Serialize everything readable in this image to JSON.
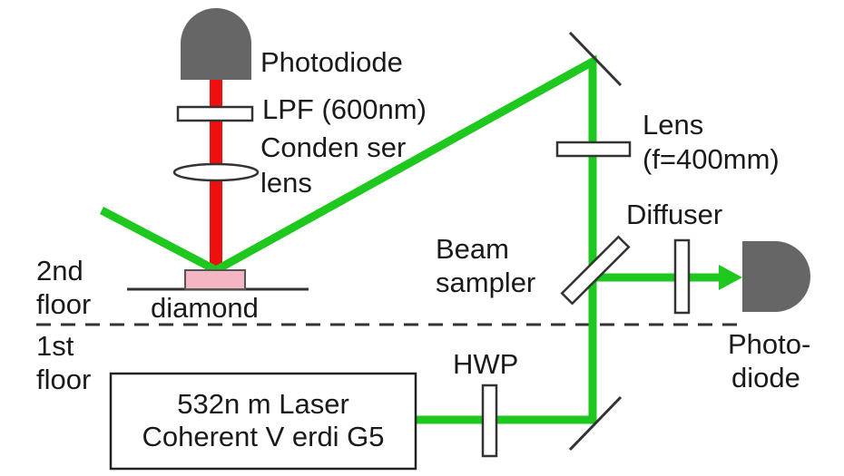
{
  "labels": {
    "photodiode_top": "Photodiode",
    "lpf": "LPF (600nm)",
    "condenser_line1": "Conden ser",
    "condenser_line2": "lens",
    "lens_line1": "Lens",
    "lens_line2": "(f=400mm)",
    "diffuser": "Diffuser",
    "beam_sampler_line1": "Beam",
    "beam_sampler_line2": "sampler",
    "floor2_line1": "2nd",
    "floor2_line2": "floor",
    "diamond": "diamond",
    "floor1_line1": "1st",
    "floor1_line2": "floor",
    "photodiode_right_line1": "Photo-",
    "photodiode_right_line2": "diode",
    "hwp": "HWP",
    "laser_line1": "532n m Laser",
    "laser_line2": "Coherent V erdi G5"
  },
  "colors": {
    "green_beam": "#1ec81e",
    "red_beam": "#ee1010",
    "detector": "#666666",
    "diamond_fill": "#f4b6c2",
    "line": "#1a1a1a"
  }
}
